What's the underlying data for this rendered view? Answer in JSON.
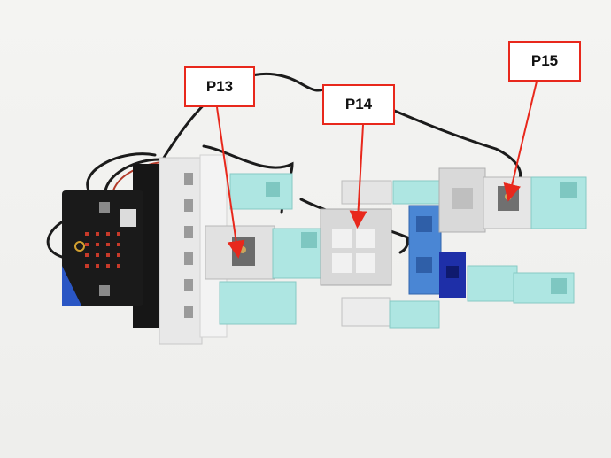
{
  "labels": {
    "p13": "P13",
    "p14": "P14",
    "p15": "P15"
  },
  "colors": {
    "callout_border": "#e8281c",
    "arrow": "#e8281c",
    "block_light_blue": "#aee6e2",
    "block_blue": "#4a86d4",
    "block_navy": "#1e2fa8",
    "block_white": "#ececec",
    "board_black": "#1a1a1a"
  }
}
